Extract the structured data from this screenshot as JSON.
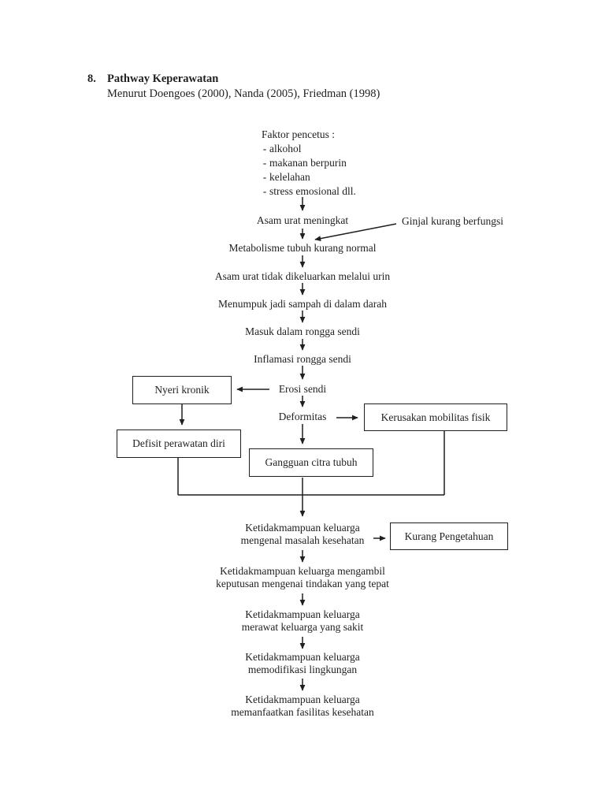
{
  "page": {
    "background": "#ffffff",
    "ink": "#1f1f1f"
  },
  "header": {
    "number": "8.",
    "title": "Pathway Keperawatan",
    "subtitle": "Menurut Doengoes (2000), Nanda (2005), Friedman (1998)"
  },
  "diagram": {
    "trigger": {
      "title": "Faktor pencetus :",
      "bullet": "-",
      "items": [
        "alkohol",
        "makanan berpurin",
        "kelelahan",
        "stress emosional dll."
      ]
    },
    "flow": {
      "asam_urat_meningkat": "Asam urat meningkat",
      "ginjal_kurang_berfungsi": "Ginjal kurang berfungsi",
      "metabolisme_tubuh": "Metabolisme tubuh kurang normal",
      "asam_urat_tidak_dikeluarkan": "Asam urat tidak dikeluarkan melalui urin",
      "menumpuk_sampah_darah": "Menumpuk jadi sampah di dalam darah",
      "masuk_rongga_sendi": "Masuk dalam rongga sendi",
      "inflamasi_rongga_sendi": "Inflamasi rongga sendi",
      "erosi_sendi": "Erosi sendi",
      "deformitas": "Deformitas"
    },
    "boxes": {
      "nyeri_kronik": "Nyeri kronik",
      "kerusakan_mobilitas_fisik": "Kerusakan mobilitas fisik",
      "defisit_perawatan_diri": "Defisit perawatan diri",
      "gangguan_citra_tubuh": "Gangguan citra tubuh",
      "kurang_pengetahuan": "Kurang Pengetahuan"
    },
    "family_tasks": [
      {
        "lines": [
          "Ketidakmampuan keluarga",
          "mengenal masalah kesehatan"
        ]
      },
      {
        "lines": [
          "Ketidakmampuan keluarga mengambil",
          "keputusan mengenai tindakan yang tepat"
        ]
      },
      {
        "lines": [
          "Ketidakmampuan keluarga",
          "merawat keluarga yang sakit"
        ]
      },
      {
        "lines": [
          "Ketidakmampuan keluarga",
          "memodifikasi lingkungan"
        ]
      },
      {
        "lines": [
          "Ketidakmampuan keluarga",
          "memanfaatkan fasilitas kesehatan"
        ]
      }
    ]
  }
}
